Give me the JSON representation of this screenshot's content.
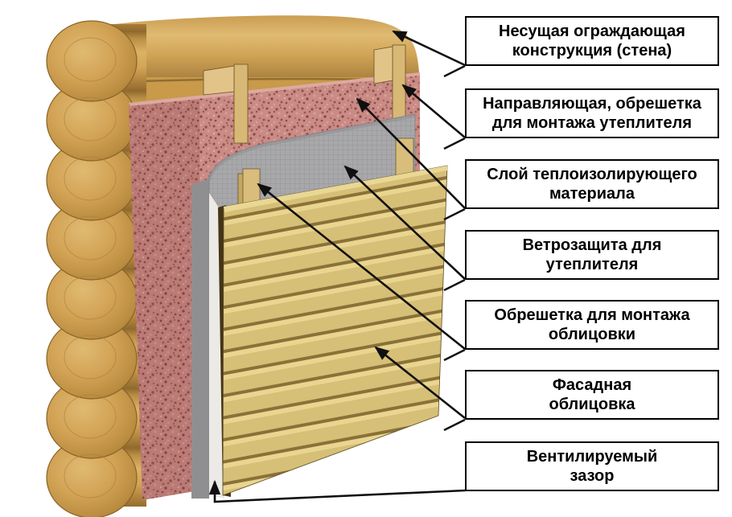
{
  "diagram": {
    "labels": [
      {
        "lines": [
          "Несущая ограждающая",
          "конструкция (стена)"
        ],
        "target": "log-wall"
      },
      {
        "lines": [
          "Направляющая, обрешетка",
          "для монтажа утеплителя"
        ],
        "target": "insulation-batten"
      },
      {
        "lines": [
          "Слой теплоизолирующего",
          "материала"
        ],
        "target": "insulation-layer"
      },
      {
        "lines": [
          "Ветрозащита для",
          "утеплителя"
        ],
        "target": "wind-barrier-membrane"
      },
      {
        "lines": [
          "Обрешетка для монтажа",
          "облицовки"
        ],
        "target": "cladding-batten"
      },
      {
        "lines": [
          "Фасадная",
          "облицовка"
        ],
        "target": "facade-cladding"
      },
      {
        "lines": [
          "Вентилируемый",
          "зазор"
        ],
        "target": "ventilated-gap"
      }
    ],
    "colors": {
      "background": "#ffffff",
      "log_wood": "#d2a050",
      "batten_wood": "#ddc083",
      "insulation_pink": "#c98b85",
      "membrane_gray": "#a8a8ab",
      "cladding_wood": "#d6bf76",
      "plank_gap": "#8a7138",
      "arrow": "#111111",
      "box_border": "#000000",
      "box_background": "#ffffff",
      "box_text": "#000000"
    }
  }
}
